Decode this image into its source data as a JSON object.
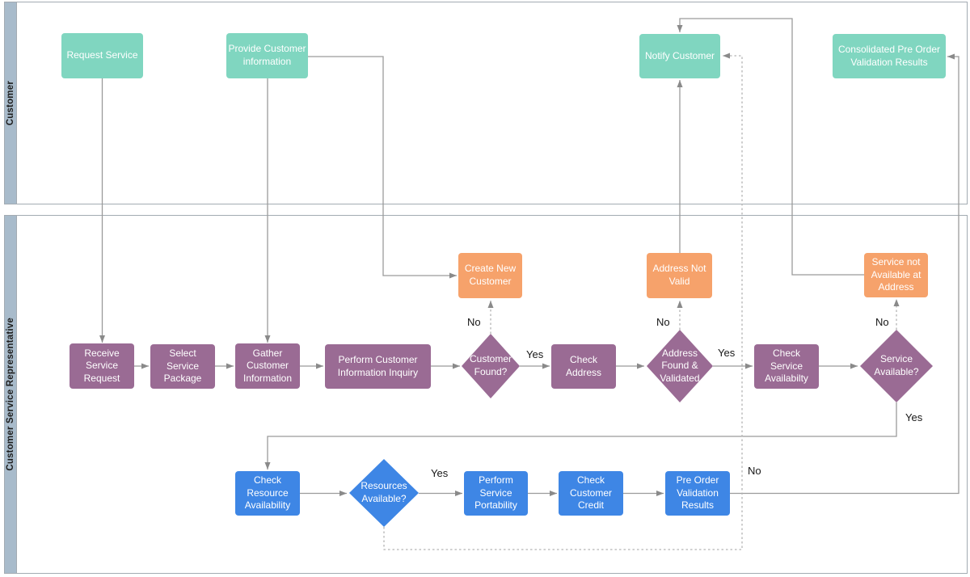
{
  "lanes": [
    {
      "label": "Customer"
    },
    {
      "label": "Customer Service Representative"
    }
  ],
  "nodes": {
    "request_service": {
      "label": "Request Service"
    },
    "provide_customer_information": {
      "label": "Provide Customer\ninformation"
    },
    "notify_customer": {
      "label": "Notify Customer"
    },
    "consolidated_pre_order_validation_results": {
      "label": "Consolidated Pre Order\nValidation Results"
    },
    "create_new_customer": {
      "label": "Create New\nCustomer"
    },
    "address_not_valid": {
      "label": "Address Not\nValid"
    },
    "service_not_available_at_address": {
      "label": "Service not\nAvailable at\nAddress"
    },
    "receive_service_request": {
      "label": "Receive\nService\nRequest"
    },
    "select_service_package": {
      "label": "Select Service\nPackage"
    },
    "gather_customer_information": {
      "label": "Gather\nCustomer\nInformation"
    },
    "perform_customer_information_inquiry": {
      "label": "Perform Customer\nInformation Inquiry"
    },
    "customer_found": {
      "label": "Customer\nFound?"
    },
    "check_address": {
      "label": "Check\nAddress"
    },
    "address_found_validated": {
      "label": "Address\nFound &\nValidated"
    },
    "check_service_availabilty": {
      "label": "Check Service\nAvailabilty"
    },
    "service_available": {
      "label": "Service\nAvailable?"
    },
    "check_resource_availability": {
      "label": "Check\nResource\nAvailability"
    },
    "resources_available": {
      "label": "Resources\nAvailable?"
    },
    "perform_service_portability": {
      "label": "Perform\nService\nPortability"
    },
    "check_customer_credit": {
      "label": "Check\nCustomer\nCredit"
    },
    "pre_order_validation_results": {
      "label": "Pre Order\nValidation\nResults"
    }
  },
  "edge_labels": {
    "customer_found_no": "No",
    "customer_found_yes": "Yes",
    "address_found_no": "No",
    "address_found_yes": "Yes",
    "service_available_no": "No",
    "service_available_yes": "Yes",
    "resources_available_yes": "Yes",
    "resources_available_no": "No"
  },
  "colors": {
    "lane_header": "#a8bbcb",
    "lane_border": "#a3abb2",
    "customer_task": "#80d6c0",
    "csr_task": "#9a6b94",
    "exception_task": "#f6a26b",
    "validation_task": "#3e86e5",
    "connector": "#9b9b9b",
    "dashed_connector": "#b3b3b3"
  }
}
